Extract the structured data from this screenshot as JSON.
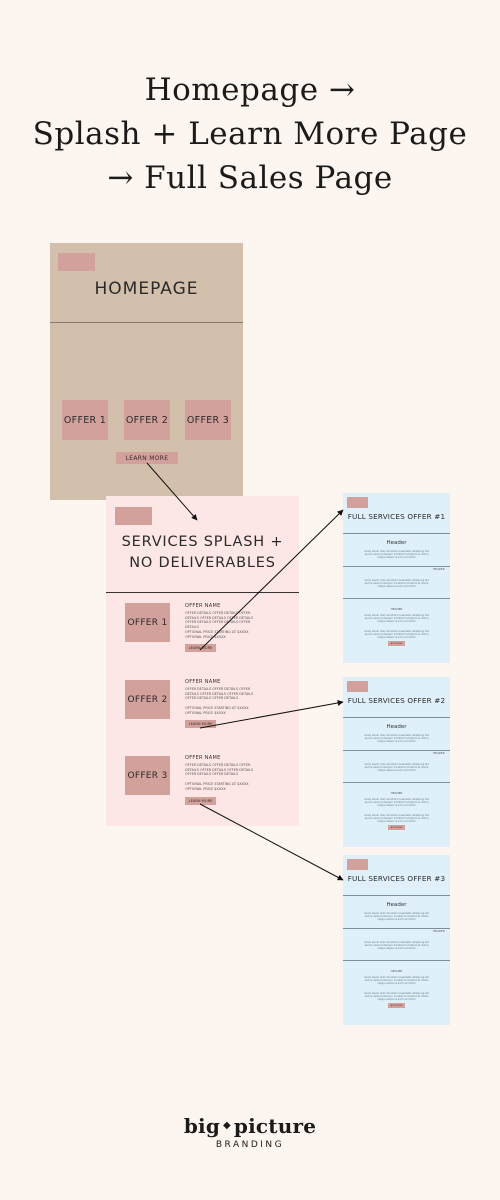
{
  "title": {
    "line1": "Homepage →",
    "line2": "Splash + Learn More Page",
    "line3": "→ Full Sales Page"
  },
  "homepage": {
    "heading": "HOMEPAGE",
    "offers": [
      "OFFER 1",
      "OFFER 2",
      "OFFER 3"
    ],
    "learn_more": "LEARN MORE"
  },
  "splash": {
    "heading_line1": "SERVICES SPLASH +",
    "heading_line2": "NO DELIVERABLES",
    "offers": [
      {
        "box": "OFFER 1",
        "name": "OFFER NAME",
        "details": "OFFER DETAILS OFFER DETAILS OFFER DETAILS OFFER DETAILS OFFER DETAILS OFFER DETAILS OFFER DETAILS OFFER DETAILS",
        "optional": "OPTIONAL PRICE STARTING AT $XXXX OPTIONAL PRICE $XXXX",
        "learn_more": "LEARN MORE"
      },
      {
        "box": "OFFER 2",
        "name": "OFFER NAME",
        "details": "OFFER DETAILS OFFER DETAILS OFFER DETAILS OFFER DETAILS OFFER DETAILS OFFER DETAILS OFFER DETAILS",
        "optional": "OPTIONAL PRICE STARTING AT $XXXX OPTIONAL PRICE $XXXX",
        "learn_more": "LEARN MORE"
      },
      {
        "box": "OFFER 3",
        "name": "OFFER NAME",
        "details": "OFFER DETAILS OFFER DETAILS OFFER DETAILS OFFER DETAILS OFFER DETAILS OFFER DETAILS OFFER DETAILS",
        "optional": "OPTIONAL PRICE STARTING AT $XXXX OPTIONAL PRICE $XXXX",
        "learn_more": "LEARN MORE"
      }
    ]
  },
  "sales_pages": [
    {
      "title": "FULL SERVICES OFFER #1",
      "header": "Header",
      "body": "lorem ipsum dolor sit amet consectetur adipiscing elit sed do eiusmod tempor incididunt ut labore et dolore magna aliqua ut enim ad minim",
      "side_label": "HEADER",
      "section_label": "HEADER",
      "button": "BOOK NOW"
    },
    {
      "title": "FULL SERVICES OFFER #2",
      "header": "Header",
      "body": "lorem ipsum dolor sit amet consectetur adipiscing elit sed do eiusmod tempor incididunt ut labore et dolore magna aliqua ut enim ad minim",
      "side_label": "HEADER",
      "section_label": "HEADER",
      "button": "BOOK NOW"
    },
    {
      "title": "FULL SERVICES OFFER #3",
      "header": "Header",
      "body": "lorem ipsum dolor sit amet consectetur adipiscing elit sed do eiusmod tempor incididunt ut labore et dolore magna aliqua ut enim ad minim",
      "side_label": "HEADER",
      "section_label": "HEADER",
      "button": "BOOK NOW"
    }
  ],
  "brand": {
    "name_left": "big",
    "diamond": "◆",
    "name_right": "picture",
    "sub": "BRANDING"
  },
  "colors": {
    "background": "#fdf5ef",
    "homepage": "#d3c0ac",
    "splash": "#fde7e6",
    "sales": "#dff0fb",
    "accent": "#d3a19c"
  }
}
